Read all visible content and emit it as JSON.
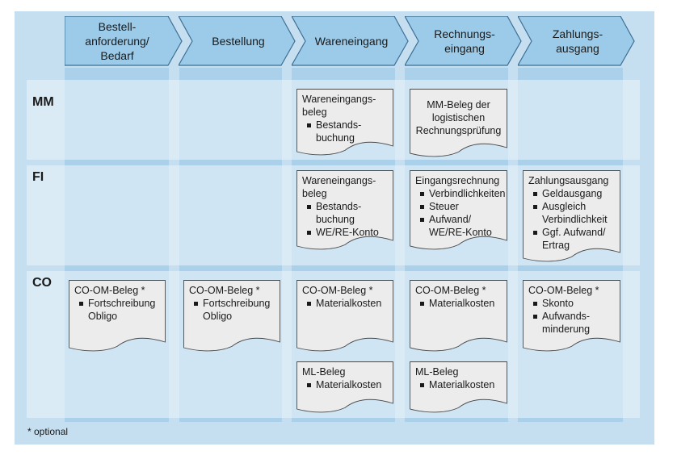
{
  "steps": [
    {
      "label": "Bestell-\nanforderung/\nBedarf"
    },
    {
      "label": "Bestellung"
    },
    {
      "label": "Wareneingang"
    },
    {
      "label": "Rechnungs-\neingang"
    },
    {
      "label": "Zahlungs-\nausgang"
    }
  ],
  "rows": [
    {
      "label": "MM"
    },
    {
      "label": "FI"
    },
    {
      "label": "CO"
    }
  ],
  "docs": {
    "mm_we": {
      "head": "Wareneingangs-\nbeleg",
      "bullets": [
        "Bestands-\nbuchung"
      ]
    },
    "mm_re": {
      "head": "MM-Beleg der\nlogistischen\nRechnungsprüfung",
      "bullets": []
    },
    "fi_we": {
      "head": "Wareneingangs-\nbeleg",
      "bullets": [
        "Bestands-\nbuchung",
        "WE/RE-Konto"
      ]
    },
    "fi_re": {
      "head": "Eingangsrechnung",
      "bullets": [
        "Verbindlichkeiten",
        "Steuer",
        "Aufwand/\nWE/RE-Konto"
      ]
    },
    "fi_za": {
      "head": "Zahlungsausgang",
      "bullets": [
        "Geldausgang",
        "Ausgleich\nVerbindlichkeit",
        "Ggf. Aufwand/\nErtrag"
      ]
    },
    "co_ba": {
      "head": "CO-OM-Beleg *",
      "bullets": [
        "Fortschreibung\nObligo"
      ]
    },
    "co_be": {
      "head": "CO-OM-Beleg *",
      "bullets": [
        "Fortschreibung\nObligo"
      ]
    },
    "co_we": {
      "head": "CO-OM-Beleg *",
      "bullets": [
        "Materialkosten"
      ]
    },
    "co_re": {
      "head": "CO-OM-Beleg *",
      "bullets": [
        "Materialkosten"
      ]
    },
    "co_za": {
      "head": "CO-OM-Beleg *",
      "bullets": [
        "Skonto",
        "Aufwands-\nminderung"
      ]
    },
    "ml_we": {
      "head": "ML-Beleg",
      "bullets": [
        "Materialkosten"
      ]
    },
    "ml_re": {
      "head": "ML-Beleg",
      "bullets": [
        "Materialkosten"
      ]
    }
  },
  "footnote": "* optional",
  "colors": {
    "frame": "#c6dff0",
    "column": "#abd0ea",
    "chevron": "#9ccbe9",
    "document": "#ececec",
    "row_band": "#e7f2fa"
  }
}
